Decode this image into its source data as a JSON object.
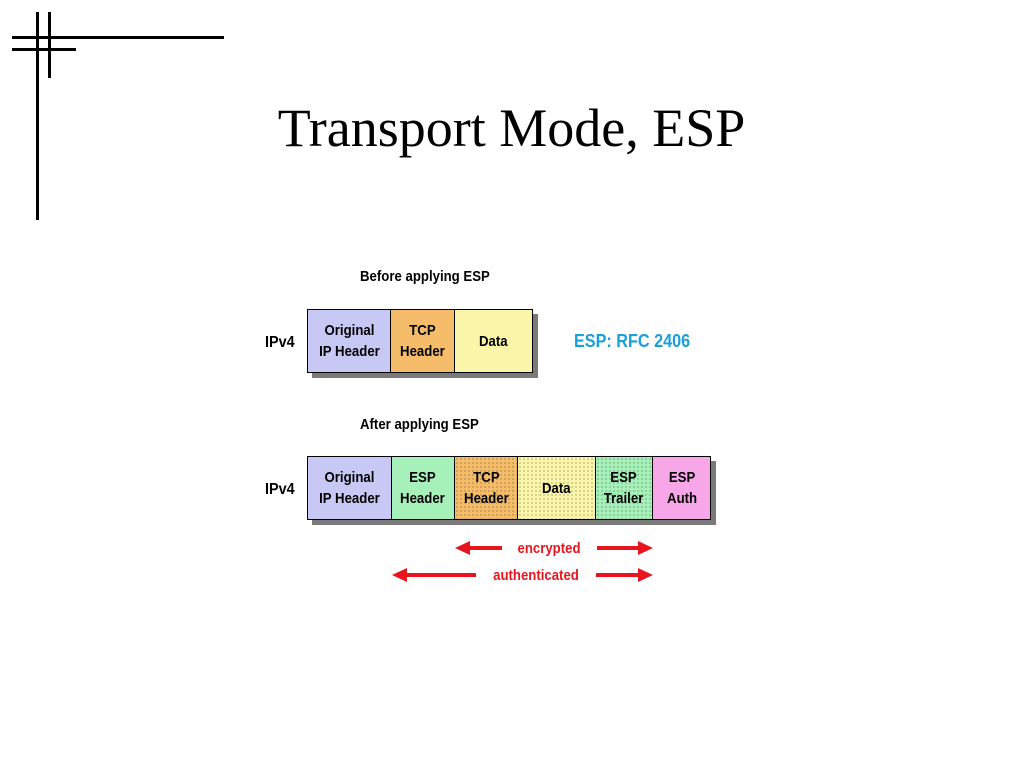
{
  "slide": {
    "title": "Transport Mode, ESP"
  },
  "diagram": {
    "before_caption": "Before applying ESP",
    "after_caption": "After applying ESP",
    "row_label": "IPv4",
    "reference": "ESP:  RFC 2406",
    "before_fields": [
      {
        "label": "Original\nIP Header",
        "color": "#c8c8f5",
        "dotted": false
      },
      {
        "label": "TCP\nHeader",
        "color": "#f5bd6a",
        "dotted": false
      },
      {
        "label": "Data",
        "color": "#faf5a8",
        "dotted": false
      }
    ],
    "after_fields": [
      {
        "label": "Original\nIP Header",
        "color": "#c8c8f5",
        "dotted": false
      },
      {
        "label": "ESP\nHeader",
        "color": "#a6f0b9",
        "dotted": false
      },
      {
        "label": "TCP\nHeader",
        "color": "#f5bd6a",
        "dotted": true
      },
      {
        "label": "Data",
        "color": "#faf5a8",
        "dotted": true
      },
      {
        "label": "ESP\nTrailer",
        "color": "#a6f0b9",
        "dotted": true
      },
      {
        "label": "ESP\nAuth",
        "color": "#f7a6e8",
        "dotted": false
      }
    ],
    "encrypted_label": "encrypted",
    "authenticated_label": "authenticated",
    "arrow_color": "#e8141e"
  }
}
